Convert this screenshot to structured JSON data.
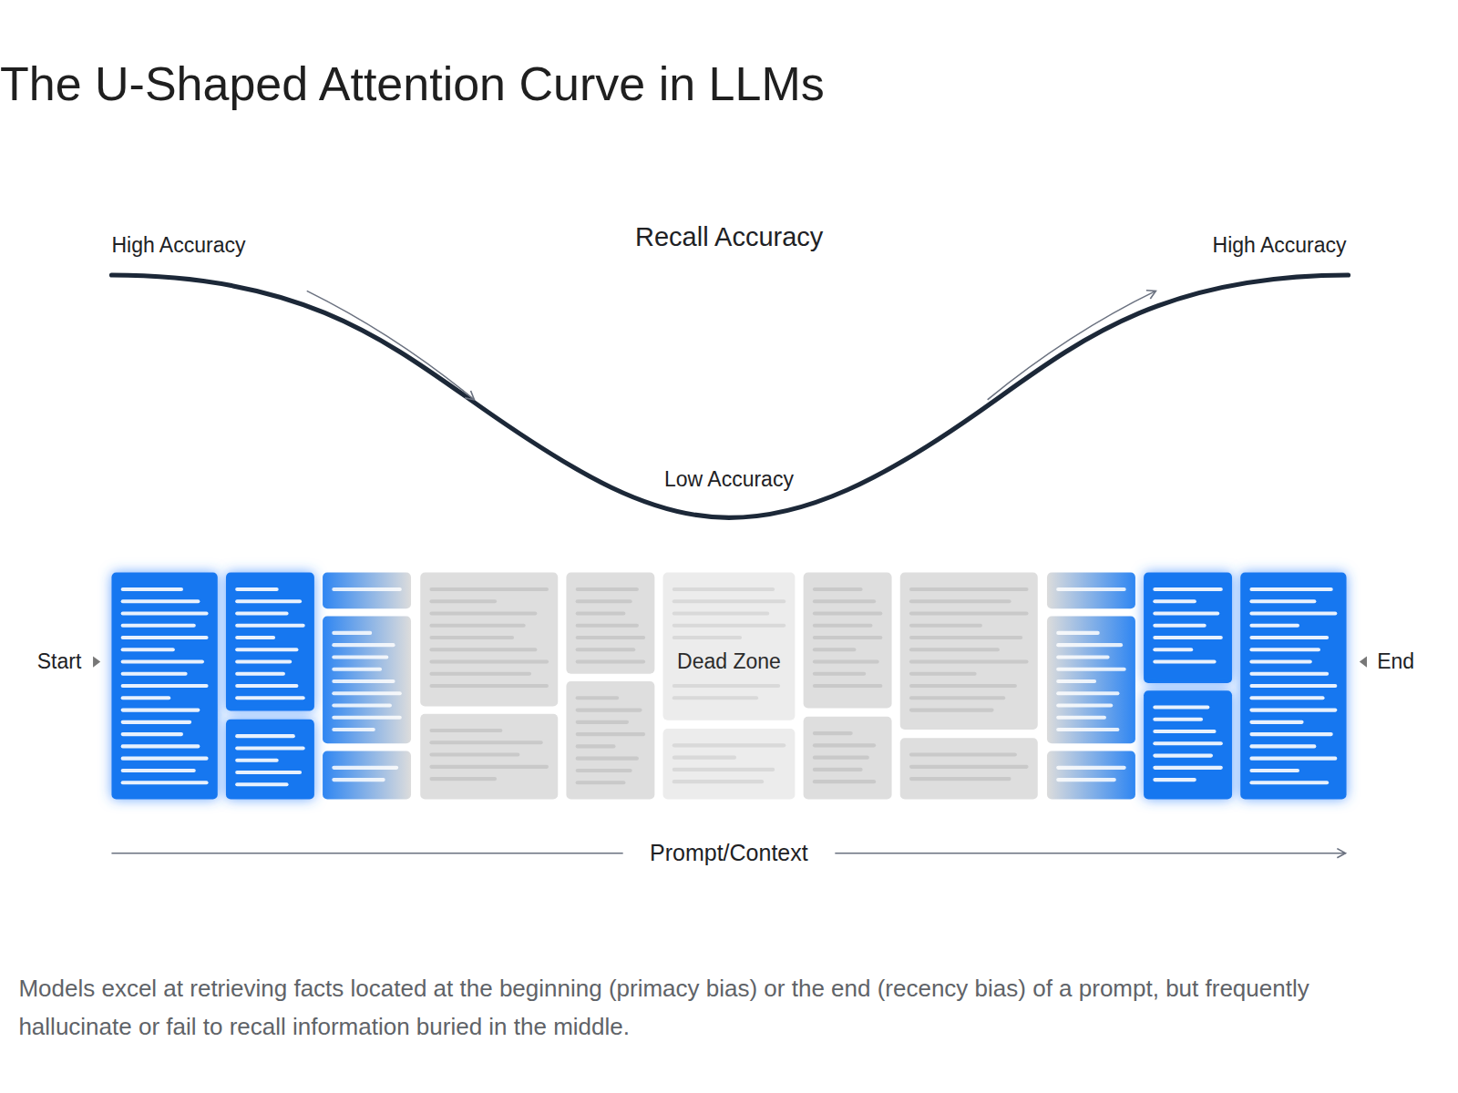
{
  "diagram": {
    "title": "The U-Shaped Attention Curve in LLMs",
    "caption": "Models excel at retrieving facts located at the beginning (primacy bias) or the end (recency bias) of a prompt, but frequently hallucinate or fail to recall information buried in the middle.",
    "nodes": [
      {
        "text": [
          "Dead Zone"
        ]
      }
    ],
    "labels": [
      "High Accuracy",
      "Recall Accuracy",
      "High Accuracy",
      "Low Accuracy",
      "Start",
      "End",
      "Prompt/Context"
    ]
  }
}
